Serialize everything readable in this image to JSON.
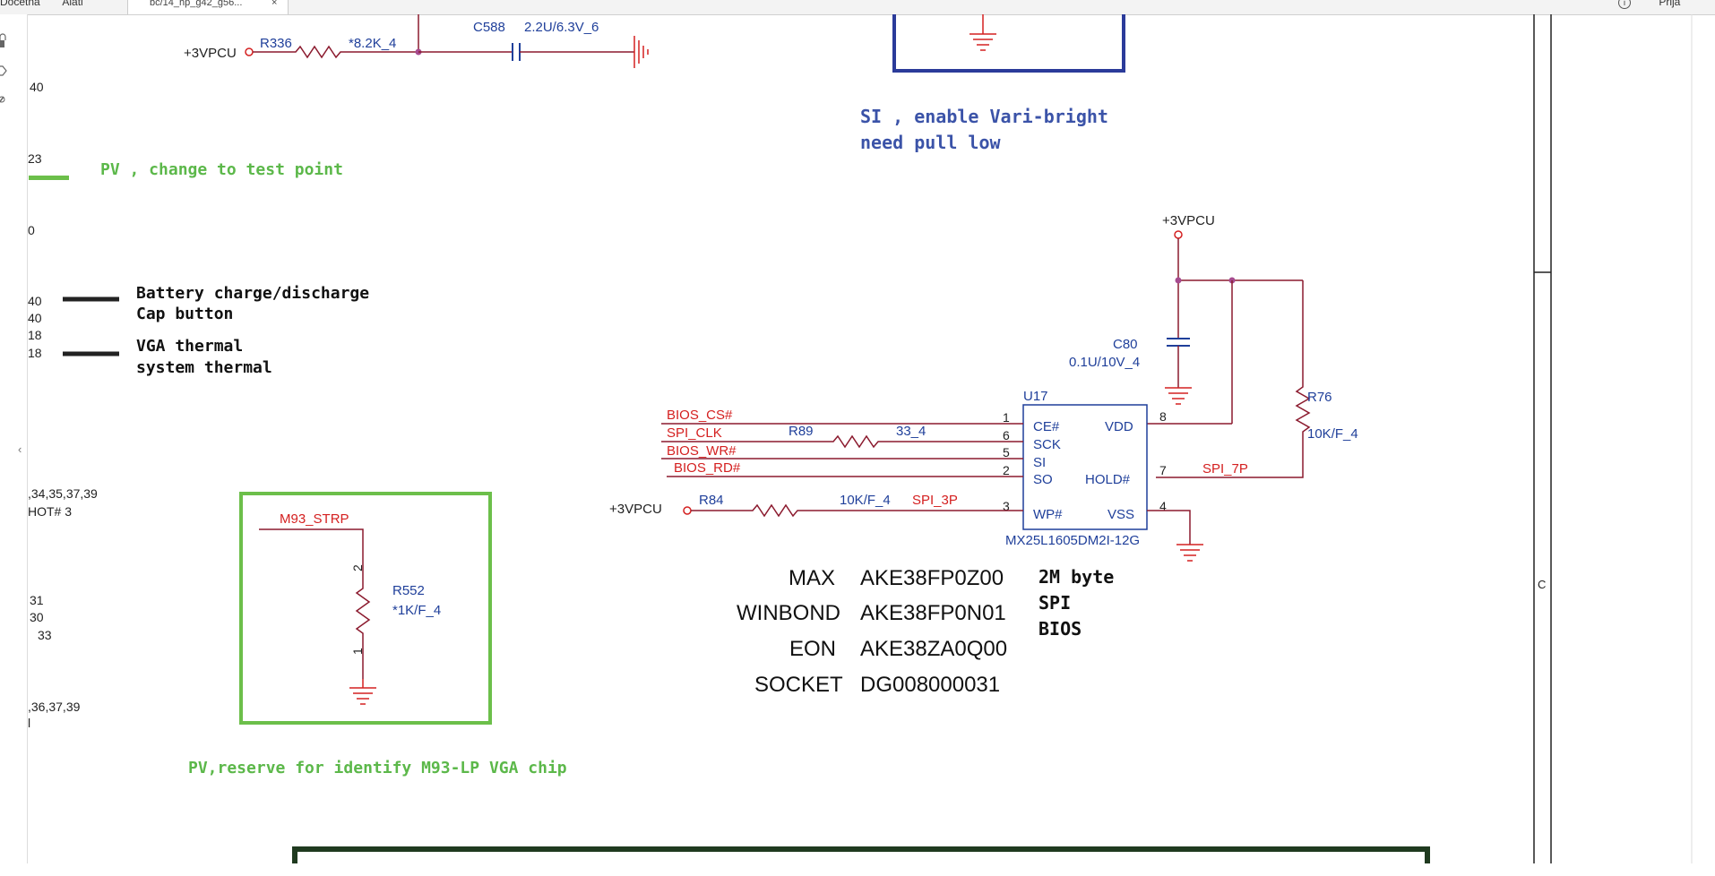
{
  "app": {
    "menu": [
      "Docetna",
      "Alati"
    ],
    "tab_title": "bc/14_hp_g42_g56...",
    "tab_close": "×",
    "right_icon": "info-icon",
    "right_label": "Prija"
  },
  "left_sidebar_icons": [
    "lock-icon",
    "tag-icon",
    "link-icon"
  ],
  "left_collapse": "‹",
  "edge_numbers": [
    "40",
    "23",
    "0",
    "40",
    "40",
    "18",
    "18",
    ",34,35,37,39",
    "HOT#   3",
    "31",
    "30",
    "33",
    ",36,37,39",
    "l"
  ],
  "top_section": {
    "net_left": "+3VPCU",
    "r336_ref": "R336",
    "r336_val": "*8.2K_4",
    "c588_ref": "C588",
    "c588_val": "2.2U/6.3V_6"
  },
  "notes": {
    "si_line1": "SI , enable Vari-bright",
    "si_line2": "need pull low",
    "pv_test": "PV , change to test point",
    "battery1": "Battery charge/discharge",
    "battery2": "Cap button",
    "vga1": "VGA thermal",
    "vga2": "system thermal",
    "pv_reserve": "PV,reserve for identify M93-LP VGA chip"
  },
  "strap_box": {
    "net": "M93_STRP",
    "pin_top": "2",
    "pin_bottom": "1",
    "ref": "R552",
    "val": "*1K/F_4"
  },
  "spi_section": {
    "vcc_net": "+3VPCU",
    "c80_ref": "C80",
    "c80_val": "0.1U/10V_4",
    "u17_ref": "U17",
    "u17_part": "MX25L1605DM2I-12G",
    "r76_ref": "R76",
    "r76_val": "10K/F_4",
    "r89_ref": "R89",
    "r89_val": "33_4",
    "r84_ref": "R84",
    "r84_val": "10K/F_4",
    "r84_net": "+3VPCU",
    "signals": [
      "BIOS_CS#",
      "SPI_CLK",
      "BIOS_WR#",
      "BIOS_RD#"
    ],
    "spi_3p": "SPI_3P",
    "spi_7p": "SPI_7P",
    "pins_left": [
      {
        "num": "1",
        "name": "CE#"
      },
      {
        "num": "6",
        "name": "SCK"
      },
      {
        "num": "5",
        "name": "SI"
      },
      {
        "num": "2",
        "name": "SO"
      },
      {
        "num": "3",
        "name": "WP#"
      }
    ],
    "pins_right": [
      {
        "num": "8",
        "name": "VDD"
      },
      {
        "num": "7",
        "name": "HOLD#"
      },
      {
        "num": "4",
        "name": "VSS"
      }
    ]
  },
  "vendors": [
    {
      "name": "MAX",
      "part": "AKE38FP0Z00"
    },
    {
      "name": "WINBOND",
      "part": "AKE38FP0N01"
    },
    {
      "name": "EON",
      "part": "AKE38ZA0Q00"
    },
    {
      "name": "SOCKET",
      "part": "DG008000031"
    }
  ],
  "bios_note": [
    "2M byte",
    "SPI",
    "BIOS"
  ],
  "right_border_label": "C",
  "colors": {
    "wire": "#8b1a2e",
    "blue": "#1f3f9a",
    "red": "#d42020",
    "green_text": "#5cb84a",
    "green_box": "#6cbf4a",
    "dark_box": "#1f3a1f",
    "navy_box": "#2b3b9a",
    "pin": "#8b1a2e"
  }
}
